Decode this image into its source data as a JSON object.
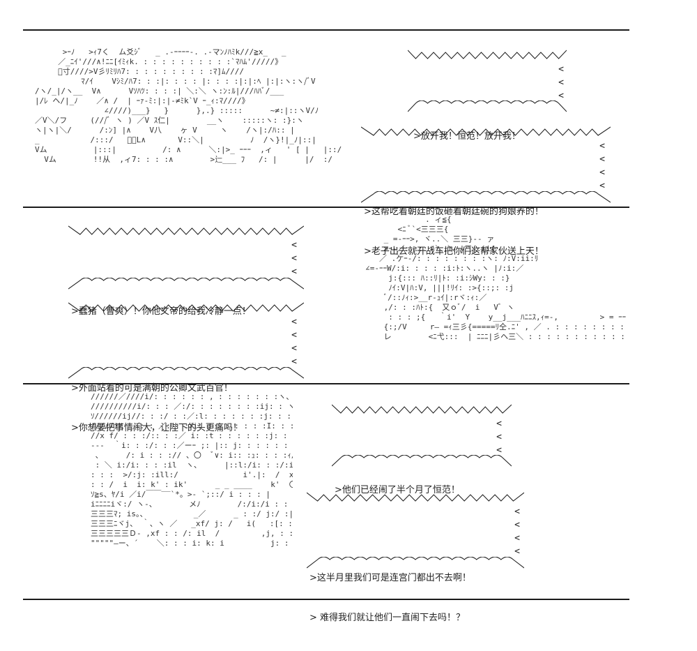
{
  "colors": {
    "ink": "#222222",
    "rule": "#1a1a1a",
    "background": "#ffffff"
  },
  "panels": [
    {
      "art": "      >ｰﾉ   >ｨ7く  ム爻ｼﾞ   _ .-ｰｰｰｰ-. .-マﾝﾉﾊﾐk///≧x_   _\n     ／_ﾆｲ'///∧!ﾆﾆ[ｲﾐｨk. : : : : : : : : : :`ﾏﾊﾑ'/////》\n     ﾞ寸////>V彡ﾘﾐﾘﾊ7: : : : : : : : : :ﾏ]ﾑ////\n          ﾏ/ｲ    Vｼﾐ/ﾊ7: : :|: : : : |: : : :|:|:ﾍ |:|:ヽ:ヽ/ﾞV\n/ヽ/_|/ヽ__  V∧      Vｿﾊﾂ: : : :| ＼:＼ ヽ:ﾝ:ﾙ|///ﾊﾊﾞ/___\n|/ﾚ ヘ/|_ﾉ    ／∧ /  | ｰｧ-ﾐ:|:|-≠ﾐk`V ｰ_ｨ:ﾏ////》\n               ∠////)___}   }      },.} :::::      ~≠:|::ヽV/ﾉ\n／V＼/フ     (///ﾞ ヽ ) ／V ｽ仁|        __ヽ    :::::ヽ: :}:ヽ\nヽ|ヽ|＼/      /:ﾝ] |∧    V八    ヶ V     ヽ    /ヽ|:/ﾊ:: |\n_           /:::/   ﾞｰL∧       V::＼|          ﾉ  /ヽ}!|_ﾉ|::|\nVム          |:::|          /: ∧      ＼:|>_ ｰｰｰ  ,ィ   ' [ |   |::/\n  Vム        !!从  ,ィ7: : : :∧        >辷___ ﾌ   /: |      |/  :/",
      "bubbles": [
        {
          "lines": [
            ">放开我！恒范！放开我！"
          ]
        },
        {
          "lines": [
            ">这帮吃着朝廷的饭砸着朝廷碗的狗娘养的！",
            ">老子出去就开战车把你们这帮家伙送上天！"
          ]
        }
      ]
    },
    {
      "art": "                          . ィ≦{\n                    <ﾆ ﾞ`<三三三{\n                 _ =-ｰｰ>, ヾ..＼ 三三}-- ァ\n                 >ｰ-／: :::ゞ＼.＼ |三{:ii{\n                ／ .ケｰ-/: : : : : : : :ヽ: ﾉ:V:ii:ﾘ\n             ∠=-ｰｰW/:i: : : : :i:ﾄ:ヽ..ヽ |ﾉ:i:／\n                  j:{::: ﾊ::ﾘ|ﾄ: :i:ｼWy: : :}\n                  ﾉｲ:V|ﾊ:V, |||!ﾘｲ: :>{::;: :j\n                 ﾞ/::ﾉｨ:>__r-ｭｲ|:rヾ:ｨ:／\n                 ,/: : :ﾊﾄ:{  又ｏﾞ/  i   Vﾞ ヽ\n                  : : : ;{   ｀i'  Y    y__j___ﾊﾆﾆｽ,ｨ=-,         > = ｰｰ <\n                 {:;/V     r― =ｨ三彡{=====ﾘ仝.ﾆ' , ／ . : : : : : : : : : : : ｀>. : .\n                 レ        <ﾆ弋:::  | ﾆﾆﾆ|彡ヘ三＼ : : : : : : : : : : : : : :",
      "bubbles": [
        {
          "lines": [
            ">蠢猪（曹爽）！你他文帝的给我冷静一点！"
          ]
        },
        {
          "lines": [
            ">外面站着的可是满朝的公卿文武百官！",
            ">你想要把事情闹大，让陛下的头更痛吗！"
          ]
        }
      ]
    },
    {
      "art": "//////／////i/: : : : : : , : : : : : : :ヽ、    ;i|iii\n//////////i/: : : ／:/: : : : : : : :ij: : ヽ、/iiii|\nｿ//////ij//: : :/ : :／:l: : : : : : :j: : : : k'jiiiii|\n/////i/  ／: : ／: : :ﾒi: : : : : : : :I: : : : : : ヤiiiiii\n//x f/ : : :/:: : :／ i: :t : : : : : :j: : : : : :ﾏil\n---  ｀i: : :/: : :／ーｰ ;: |:: j: : : : : : :i: : : : : :k'\n 、     /: i : : :// 、〇  ﾞ∨: i:: :ｭ: : : :ｨ/: : : : : i\n : ＼ i:/i: : : :il  ヽ、     |::l:/i: : :/:i; / i; : :t : : |\n: : :  >/:j: :ill:/              i'.|:  /  xf   , :|: : :/:  : /i|\n: : /  i  i: k' : ik'      _ _ ____    k'  〇  j: : /K  |\nｿ≧s、ﾔ/i ／i/￣￣‾‾`*。>- `;::/ i : : : |\niﾆﾆﾆﾆiヾ:/ ヽ-、       メﾉ        /:/i:/i : : : }\n三三三ﾏ; is。、          _／      _ : :/ j:/ :|: : : : j\n三三三ﾆヾj、 ｀、ヽ ／   _xf/ j: /   i(   :[: : :j\n三三三三三Ｄ- ,xf : : /: il  /         ,j, : :j\n\"\"\"\"\"―ー、´    ＼: : : i: k: i          j: : :i}",
      "bubbles": [
        {
          "lines": [
            ">他们已经闹了半个月了恒范！"
          ]
        },
        {
          "lines": [
            ">这半月里我们可是连宫门都出不去啊！",
            "> 难得我们就让他们一直闹下去吗！？"
          ]
        }
      ]
    }
  ]
}
